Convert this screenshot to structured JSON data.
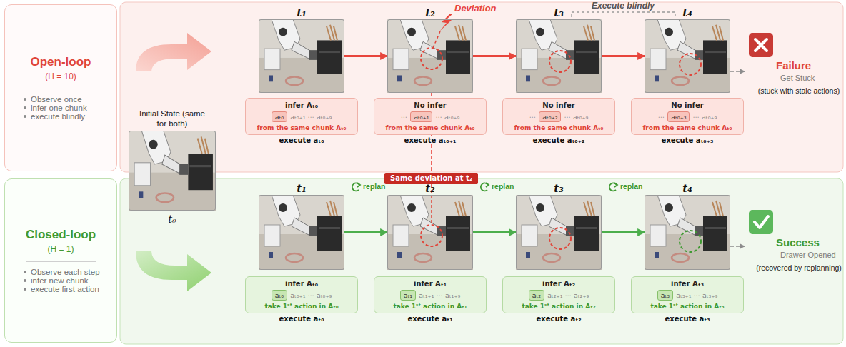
{
  "diagram": {
    "nodes": [
      {
        "text": [
          "Open-loop",
          "(H = 10)",
          "Observe once",
          "infer one chunk",
          "execute blindly"
        ]
      },
      {
        "text": [
          "Closed-loop",
          "(H = 1)",
          "Observe each step",
          "infer new chunk",
          "execute first action"
        ]
      },
      {
        "text": [
          "Initial State (same for both)",
          "t₀"
        ]
      },
      {
        "text": [
          "t₁"
        ]
      },
      {
        "text": [
          "t₂"
        ]
      },
      {
        "text": [
          "t₃"
        ]
      },
      {
        "text": [
          "t₄"
        ]
      },
      {
        "text": [
          "infer Aₜ₀",
          "from the same chunk Aₜ₀",
          "execute aₜ₀"
        ]
      },
      {
        "text": [
          "No infer",
          "from the same chunk Aₜ₀",
          "execute aₜ₀₊₁"
        ]
      },
      {
        "text": [
          "No infer",
          "from the same chunk Aₜ₀",
          "execute aₜ₀₊₂"
        ]
      },
      {
        "text": [
          "No infer",
          "from the same chunk Aₜ₀",
          "execute aₜ₀₊₃"
        ]
      },
      {
        "text": [
          "aₜ₀"
        ],
        "in": 7
      },
      {
        "text": [
          "aₜ₀₊₁"
        ],
        "in": 8
      },
      {
        "text": [
          "aₜ₀₊₂"
        ],
        "in": 9
      },
      {
        "text": [
          "aₜ₀₊₃"
        ],
        "in": 10
      },
      {
        "text": [
          "Failure",
          "Get Stuck",
          "(stuck with stale actions)"
        ]
      },
      {
        "text": [
          "t₁"
        ]
      },
      {
        "text": [
          "t₂"
        ]
      },
      {
        "text": [
          "t₃"
        ]
      },
      {
        "text": [
          "t₄"
        ]
      },
      {
        "text": [
          "infer Aₜ₀",
          "take 1ˢᵗ action in Aₜ₀",
          "execute aₜ₀"
        ]
      },
      {
        "text": [
          "infer Aₜ₁",
          "take 1ˢᵗ action in Aₜ₁",
          "execute aₜ₁"
        ]
      },
      {
        "text": [
          "infer Aₜ₂",
          "take 1ˢᵗ action in Aₜ₂",
          "execute aₜ₂"
        ]
      },
      {
        "text": [
          "infer Aₜ₃",
          "take 1ˢᵗ action in Aₜ₃",
          "execute aₜ₃"
        ]
      },
      {
        "text": [
          "aₜ₀"
        ],
        "in": 20
      },
      {
        "text": [
          "aₜ₁"
        ],
        "in": 21
      },
      {
        "text": [
          "aₜ₂"
        ],
        "in": 22
      },
      {
        "text": [
          "aₜ₃"
        ],
        "in": 23
      },
      {
        "text": [
          "Success",
          "Drawer Opened",
          "(recovered by replanning)"
        ]
      },
      {
        "text": [
          "Same deviation at t₂"
        ]
      }
    ],
    "edges": [
      {
        "from": 3,
        "to": 4,
        "arrow": "to"
      },
      {
        "from": 4,
        "to": 5,
        "arrow": "to"
      },
      {
        "from": 5,
        "to": 6,
        "arrow": "to"
      },
      {
        "from": 6,
        "to": 15,
        "arrow": "to"
      },
      {
        "from": 16,
        "to": 17,
        "arrow": "to"
      },
      {
        "from": 17,
        "to": 18,
        "arrow": "to"
      },
      {
        "from": 18,
        "to": 19,
        "arrow": "to"
      },
      {
        "from": 19,
        "to": 28,
        "arrow": "to"
      },
      {
        "from": 4,
        "to": 29,
        "arrow": "none"
      },
      {
        "from": 29,
        "to": 17,
        "arrow": "none"
      }
    ],
    "labels": [
      "Deviation",
      "Execute blindly",
      "aₜ₀₊₁ ⋯ aₜ₀₊₉",
      "⋯",
      "⋯ aₜ₀₊₉",
      "⋯",
      "⋯ aₜ₀₊₉",
      "⋯",
      "⋯ aₜ₀₊₉",
      "aₜ₀₊₁ ⋯ aₜ₀₊₉",
      "aₜ₁₊₁ ⋯ aₜ₁₊₉",
      "aₜ₂₊₁ ⋯ aₜ₂₊₉",
      "aₜ₃₊₁ ⋯ aₜ₃₊₉",
      "replan",
      "replan",
      "replan"
    ]
  }
}
